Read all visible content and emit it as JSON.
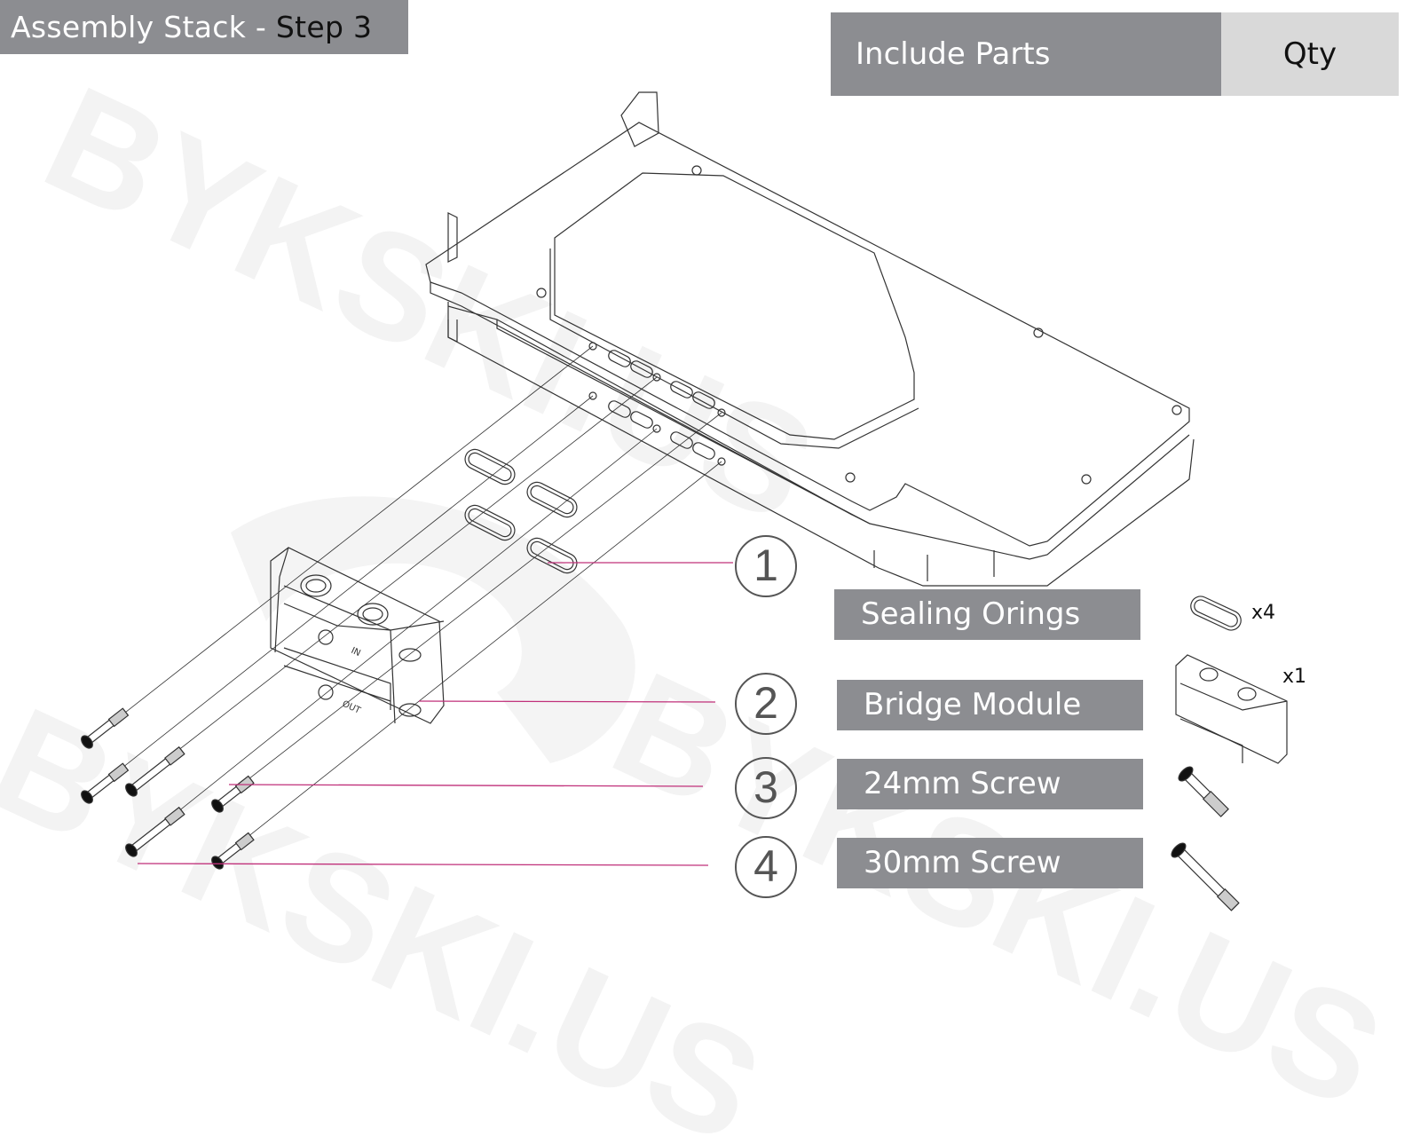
{
  "title": {
    "prefix": "Assembly Stack - ",
    "step": "Step 3"
  },
  "parts_table": {
    "header_parts": "Include Parts",
    "header_qty": "Qty",
    "items": [
      {
        "number": "1",
        "name": "Sealing Orings",
        "qty": "x4",
        "icon": "oring-icon"
      },
      {
        "number": "2",
        "name": "Bridge Module",
        "qty": "x1",
        "icon": "bridge-module-icon"
      },
      {
        "number": "3",
        "name": "24mm Screw",
        "qty": "",
        "icon": "screw-24mm-icon"
      },
      {
        "number": "4",
        "name": "30mm Screw",
        "qty": "",
        "icon": "screw-30mm-icon"
      }
    ]
  },
  "bridge_markings": {
    "in": "IN",
    "out": "OUT"
  },
  "watermark_text": "BYKSKI.US",
  "colors": {
    "label_bg": "#8c8d91",
    "qty_bg": "#d9d9d9",
    "leader_line": "#c0307a",
    "line_art": "#333333",
    "watermark": "#f3f3f3"
  }
}
